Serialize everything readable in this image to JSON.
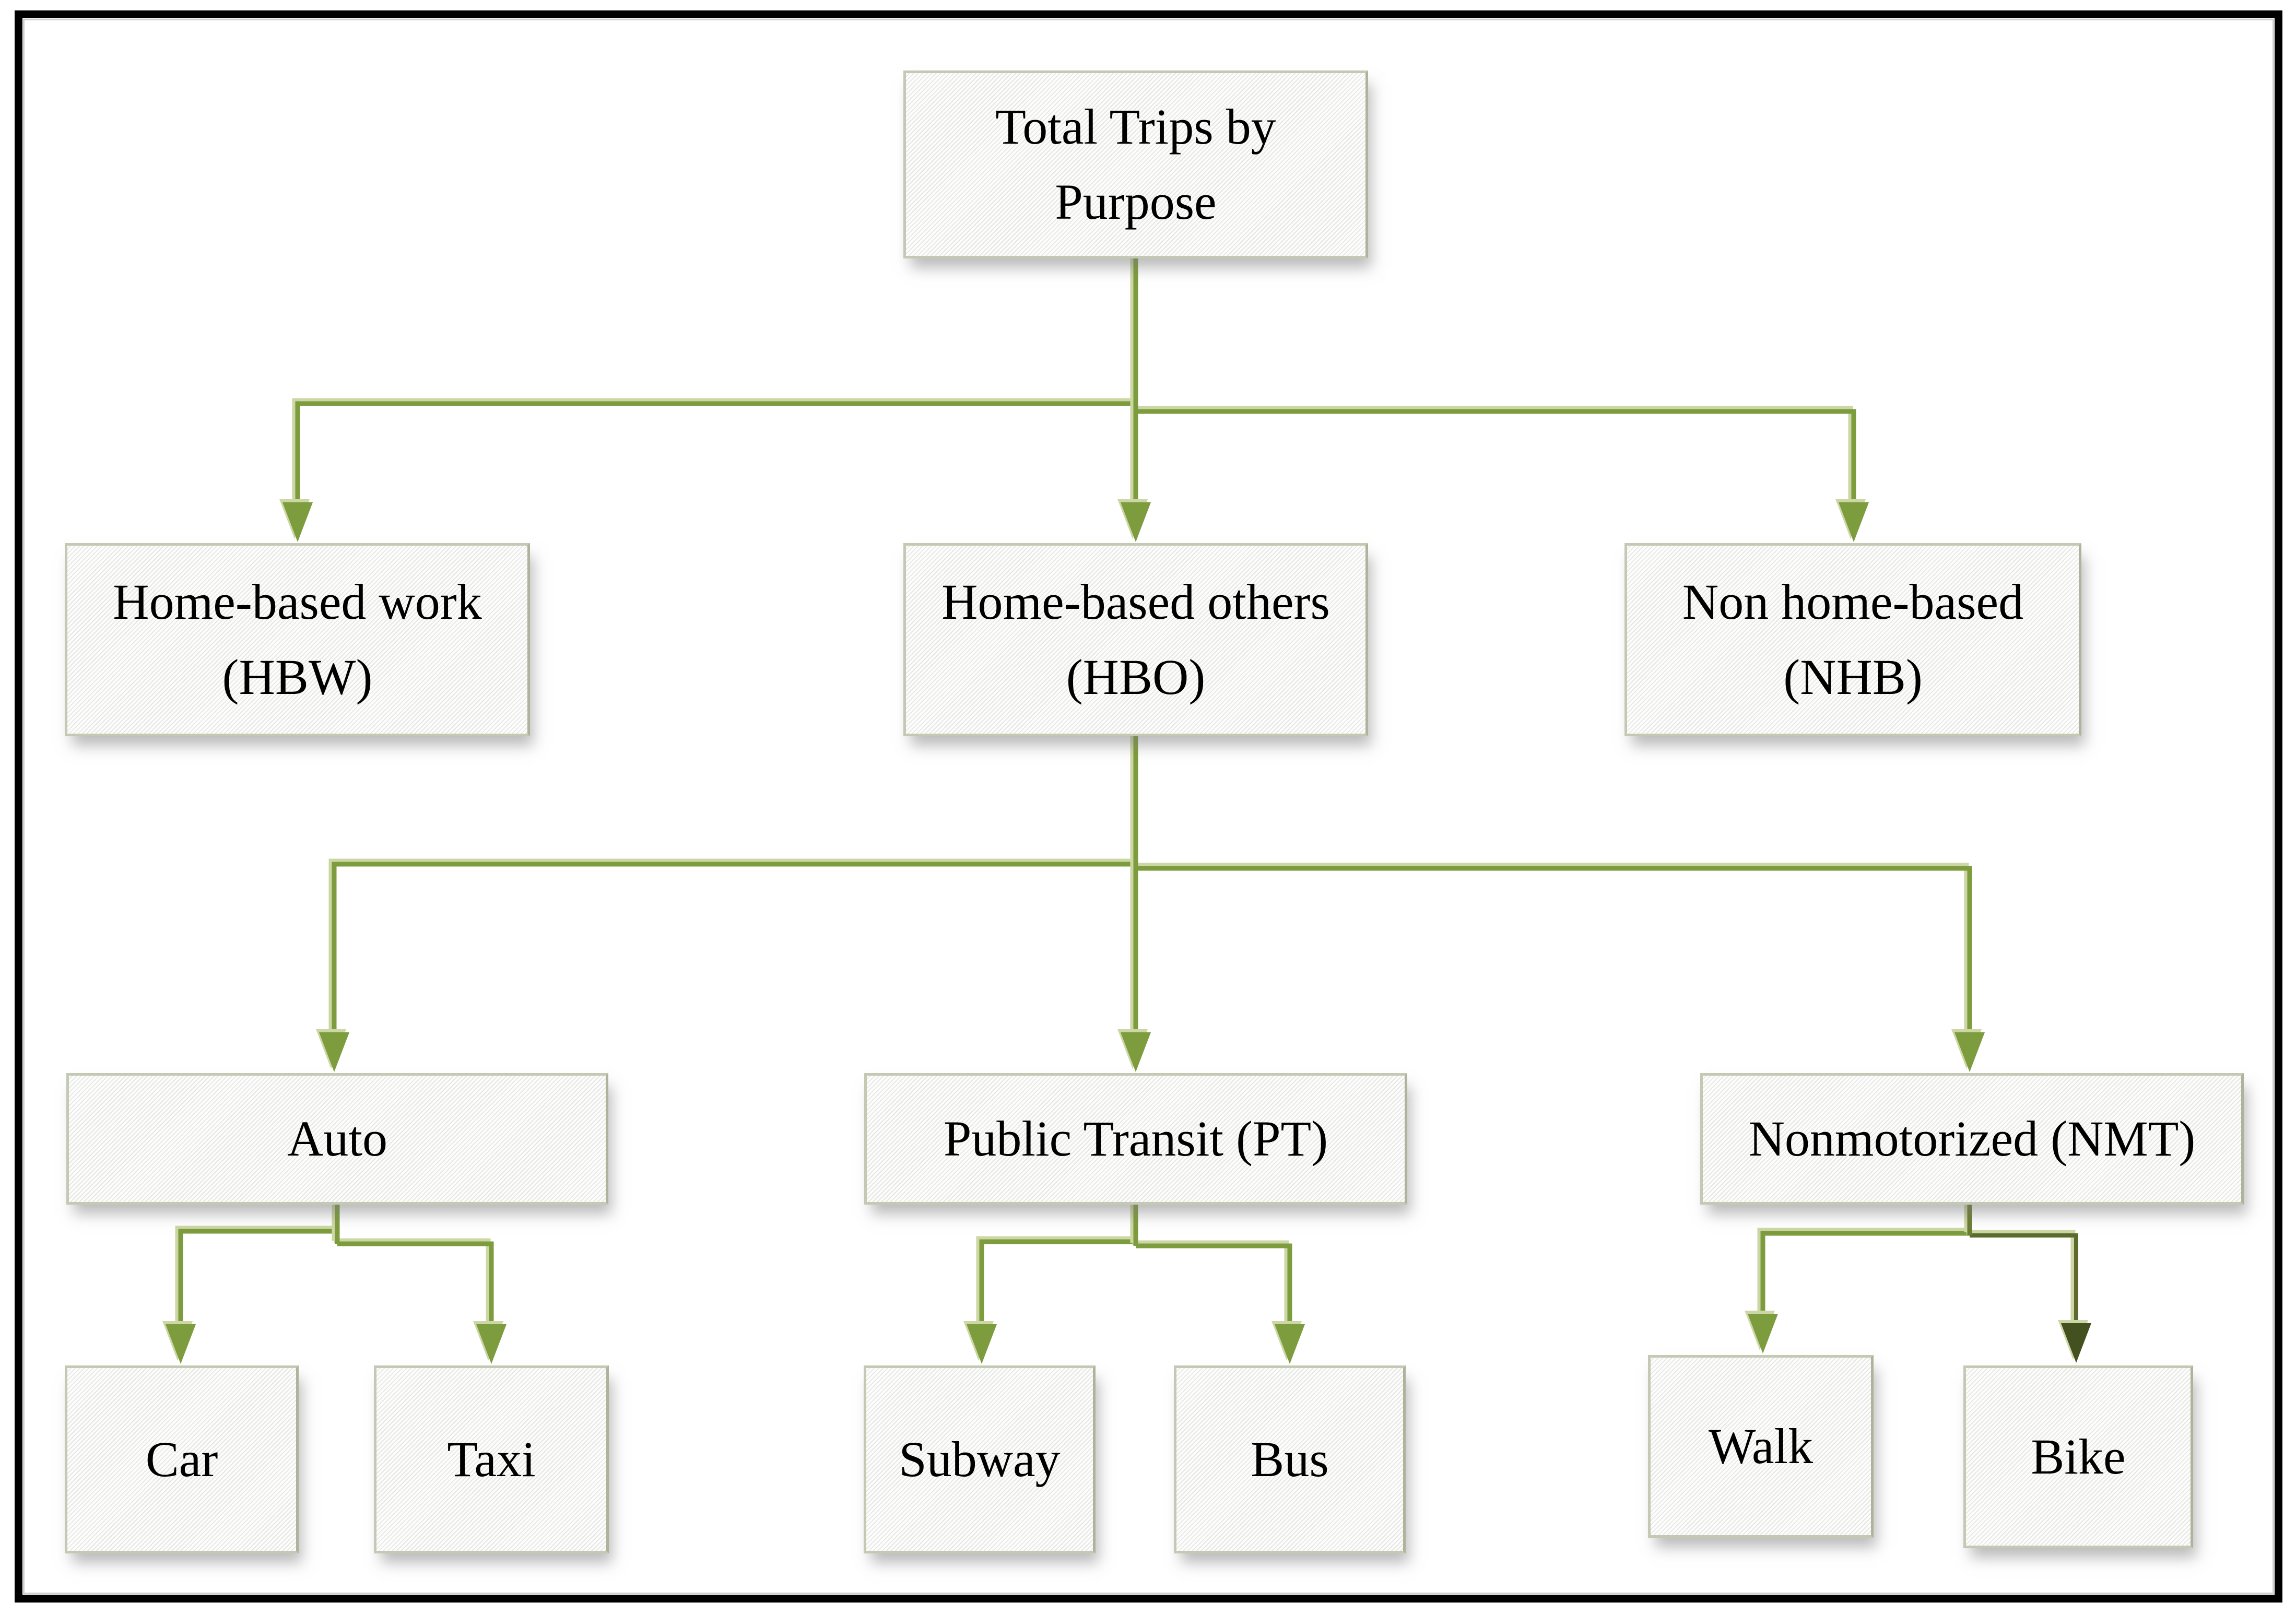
{
  "diagram": {
    "type": "flowchart-tree",
    "nodes": {
      "root": {
        "lines": [
          "Total Trips by",
          "Purpose"
        ]
      },
      "hbw": {
        "lines": [
          "Home-based work",
          "(HBW)"
        ]
      },
      "hbo": {
        "lines": [
          "Home-based others",
          "(HBO)"
        ]
      },
      "nhb": {
        "lines": [
          "Non home-based",
          "(NHB)"
        ]
      },
      "auto": {
        "label": "Auto"
      },
      "pt": {
        "label": "Public Transit (PT)"
      },
      "nmt": {
        "label": "Nonmotorized (NMT)"
      },
      "car": {
        "label": "Car"
      },
      "taxi": {
        "label": "Taxi"
      },
      "subway": {
        "label": "Subway"
      },
      "bus": {
        "label": "Bus"
      },
      "walk": {
        "label": "Walk"
      },
      "bike": {
        "label": "Bike"
      }
    },
    "edges": [
      {
        "from": "root",
        "to": "hbw"
      },
      {
        "from": "root",
        "to": "hbo"
      },
      {
        "from": "root",
        "to": "nhb"
      },
      {
        "from": "hbo",
        "to": "auto"
      },
      {
        "from": "hbo",
        "to": "pt"
      },
      {
        "from": "hbo",
        "to": "nmt"
      },
      {
        "from": "auto",
        "to": "car"
      },
      {
        "from": "auto",
        "to": "taxi"
      },
      {
        "from": "pt",
        "to": "subway"
      },
      {
        "from": "pt",
        "to": "bus"
      },
      {
        "from": "nmt",
        "to": "walk"
      },
      {
        "from": "nmt",
        "to": "bike"
      }
    ],
    "colors": {
      "connector_green": "#7d9c3d",
      "connector_dark_green": "#5a6b2d",
      "connector_halo": "#cdd7a6",
      "bike_arrowhead": "#42511f",
      "box_border": "#c4c9b4",
      "box_fill": "#f2f2f0",
      "frame_border": "#000000",
      "text": "#000000"
    }
  }
}
